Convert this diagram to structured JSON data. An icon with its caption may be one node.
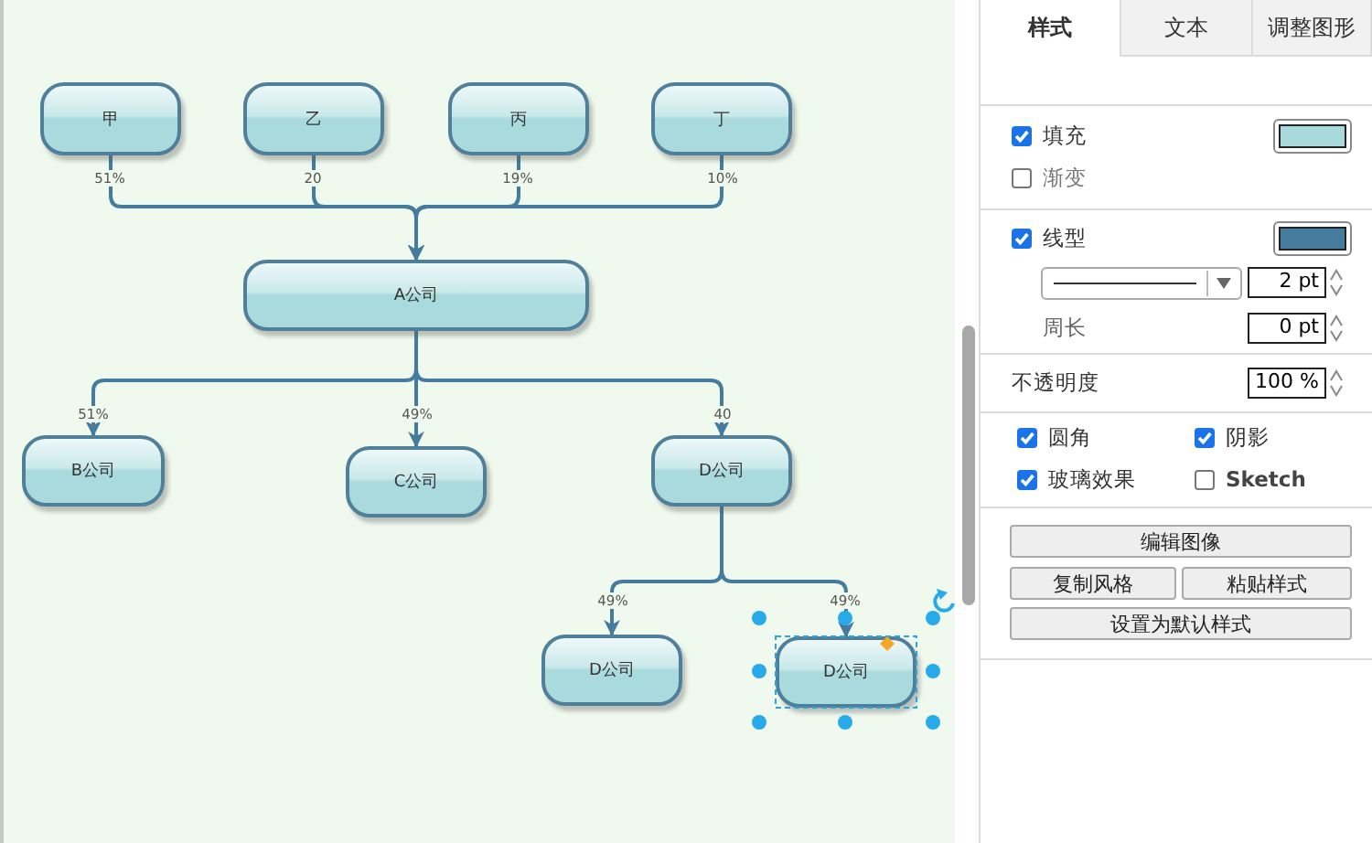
{
  "diagram": {
    "nodes": [
      {
        "text": [
          "甲"
        ]
      },
      {
        "text": [
          "乙"
        ]
      },
      {
        "text": [
          "丙"
        ]
      },
      {
        "text": [
          "丁"
        ]
      },
      {
        "text": [
          "A公司"
        ]
      },
      {
        "text": [
          "B公司"
        ]
      },
      {
        "text": [
          "C公司"
        ]
      },
      {
        "text": [
          "D公司"
        ]
      },
      {
        "text": [
          "D公司"
        ]
      },
      {
        "text": [
          "D公司"
        ]
      }
    ],
    "edges": [
      {
        "from": 0,
        "to": 4,
        "arrow": "to",
        "label": "51%"
      },
      {
        "from": 1,
        "to": 4,
        "arrow": "to",
        "label": "20"
      },
      {
        "from": 2,
        "to": 4,
        "arrow": "to",
        "label": "19%"
      },
      {
        "from": 3,
        "to": 4,
        "arrow": "to",
        "label": "10%"
      },
      {
        "from": 4,
        "to": 5,
        "arrow": "to",
        "label": "51%"
      },
      {
        "from": 4,
        "to": 6,
        "arrow": "to",
        "label": "49%"
      },
      {
        "from": 4,
        "to": 7,
        "arrow": "to",
        "label": "40"
      },
      {
        "from": 7,
        "to": 8,
        "arrow": "to",
        "label": "49%"
      },
      {
        "from": 7,
        "to": 9,
        "arrow": "to",
        "label": "49%"
      }
    ],
    "labels": [
      "样式",
      "文本",
      "调整图形",
      "填充",
      "渐变",
      "线型",
      "2 pt",
      "周长",
      "0 pt",
      "不透明度",
      "100 %",
      "圆角",
      "阴影",
      "玻璃效果",
      "Sketch",
      "编辑图像",
      "复制风格",
      "粘贴样式",
      "设置为默认样式"
    ]
  }
}
